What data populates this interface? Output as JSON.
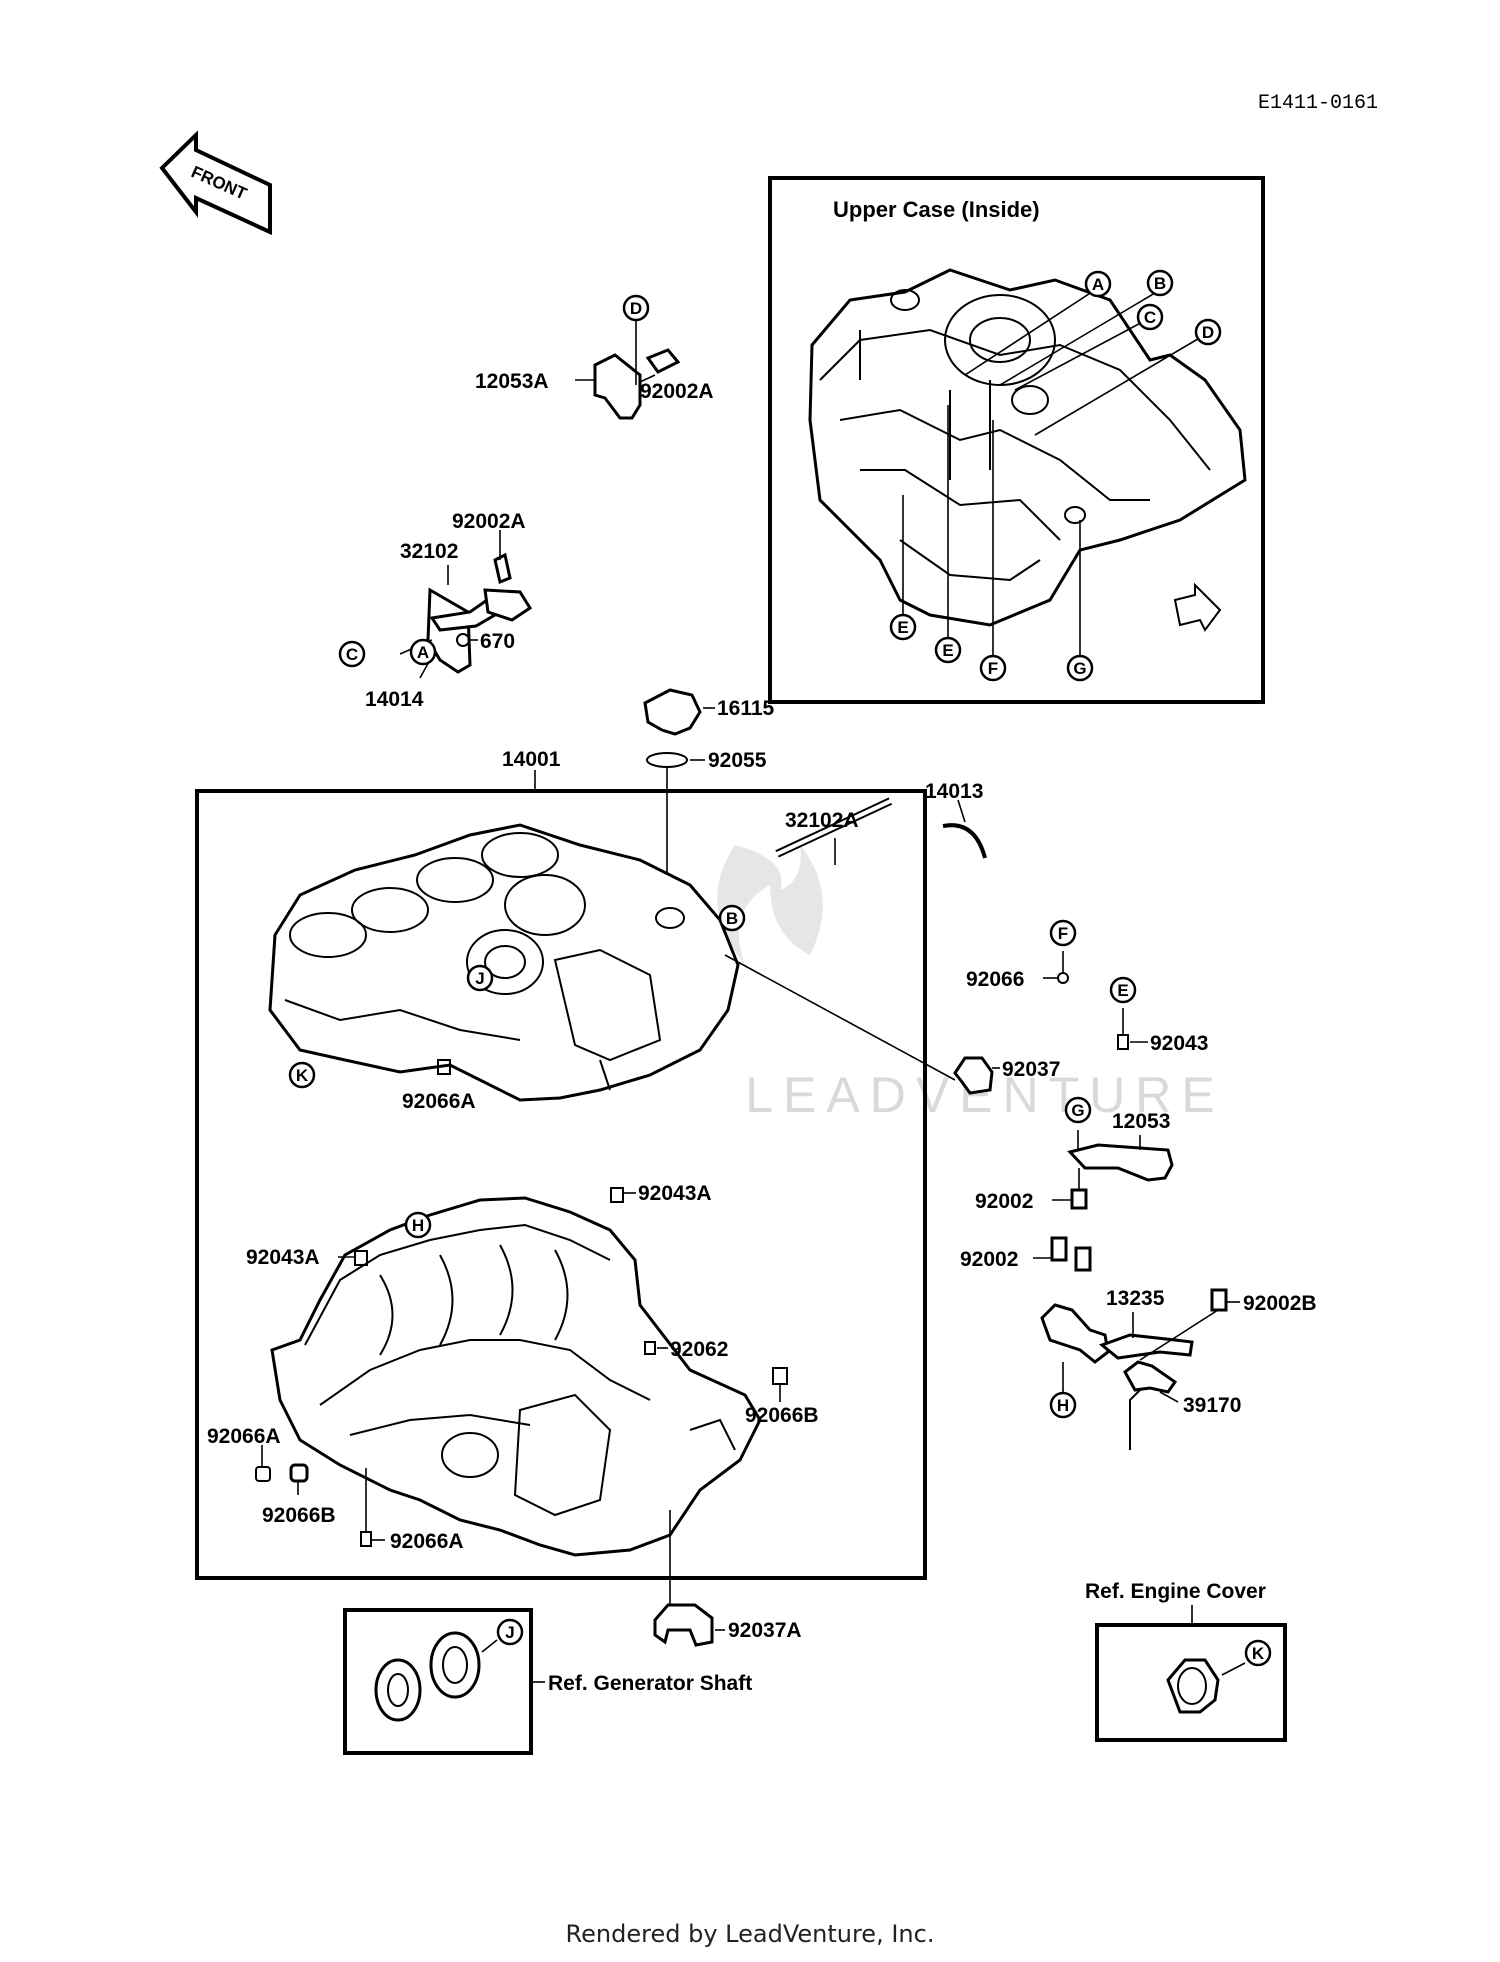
{
  "doc_code": "E1411-0161",
  "front_label": "FRONT",
  "watermark": "LEADVENTURE",
  "footer": "Rendered by LeadVenture, Inc.",
  "boxes": {
    "upper_case_title": "Upper Case (Inside)",
    "generator_ref": "Ref. Generator Shaft",
    "engine_cover_ref": "Ref. Engine Cover"
  },
  "part_labels": {
    "p12053A": "12053A",
    "p92002A_top": "92002A",
    "p92002A_mid": "92002A",
    "p32102": "32102",
    "p670": "670",
    "p14014": "14014",
    "p16115": "16115",
    "p92055": "92055",
    "p14001": "14001",
    "p14013": "14013",
    "p32102A": "32102A",
    "p92066": "92066",
    "p92043": "92043",
    "p92037": "92037",
    "p92066A_upper": "92066A",
    "p12053": "12053",
    "p92002_a": "92002",
    "p92002_b": "92002",
    "p13235": "13235",
    "p92002B": "92002B",
    "p39170": "39170",
    "p92043A_right": "92043A",
    "p92043A_left": "92043A",
    "p92062": "92062",
    "p92066B_right": "92066B",
    "p92066A_left": "92066A",
    "p92066B_left": "92066B",
    "p92066A_bottom": "92066A",
    "p92037A": "92037A"
  },
  "circle_letters": [
    "A",
    "B",
    "C",
    "D",
    "E",
    "F",
    "G",
    "H",
    "J",
    "K"
  ]
}
